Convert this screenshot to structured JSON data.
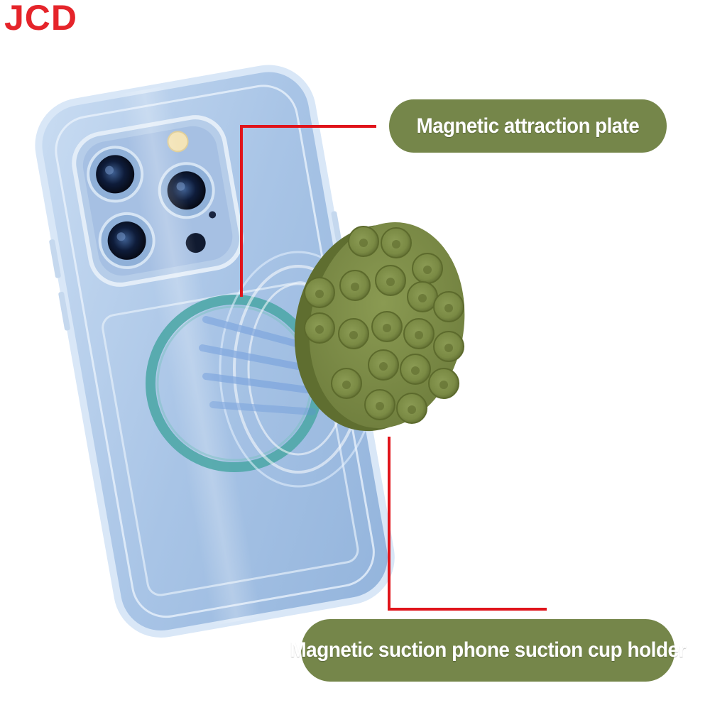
{
  "brand": {
    "text": "JCD",
    "color": "#e5242a"
  },
  "labels": {
    "top": "Magnetic attraction plate",
    "bottom": "Magnetic suction phone suction cup holder"
  },
  "colors": {
    "pill": "#75864a",
    "pointer_line": "#e0141b",
    "case_tint": "#a9c6e8",
    "suction_pad": "#7c8c46",
    "magnet_ring": "#4fa7a8"
  },
  "icons": {
    "phone": "phone-case-icon",
    "pad": "suction-cup-pad-icon"
  }
}
